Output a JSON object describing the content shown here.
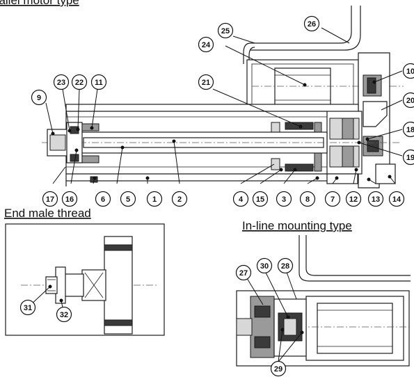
{
  "captions": {
    "top": "Parallel motor type",
    "end_male_thread": "End male thread",
    "inline_mounting": "In-line mounting type"
  },
  "callouts": [
    {
      "id": "c1",
      "label": "1"
    },
    {
      "id": "c2",
      "label": "2"
    },
    {
      "id": "c3",
      "label": "3"
    },
    {
      "id": "c4",
      "label": "4"
    },
    {
      "id": "c5",
      "label": "5"
    },
    {
      "id": "c6",
      "label": "6"
    },
    {
      "id": "c7",
      "label": "7"
    },
    {
      "id": "c8",
      "label": "8"
    },
    {
      "id": "c9",
      "label": "9"
    },
    {
      "id": "c10",
      "label": "10"
    },
    {
      "id": "c11",
      "label": "11"
    },
    {
      "id": "c12",
      "label": "12"
    },
    {
      "id": "c13",
      "label": "13"
    },
    {
      "id": "c14",
      "label": "14"
    },
    {
      "id": "c15",
      "label": "15"
    },
    {
      "id": "c16",
      "label": "16"
    },
    {
      "id": "c17",
      "label": "17"
    },
    {
      "id": "c18",
      "label": "18"
    },
    {
      "id": "c19",
      "label": "19"
    },
    {
      "id": "c20",
      "label": "20"
    },
    {
      "id": "c21",
      "label": "21"
    },
    {
      "id": "c22",
      "label": "22"
    },
    {
      "id": "c23",
      "label": "23"
    },
    {
      "id": "c24",
      "label": "24"
    },
    {
      "id": "c25",
      "label": "25"
    },
    {
      "id": "c26",
      "label": "26"
    },
    {
      "id": "c27",
      "label": "27"
    },
    {
      "id": "c28",
      "label": "28"
    },
    {
      "id": "c29",
      "label": "29"
    },
    {
      "id": "c30",
      "label": "30"
    },
    {
      "id": "c31",
      "label": "31"
    },
    {
      "id": "c32",
      "label": "32"
    }
  ]
}
